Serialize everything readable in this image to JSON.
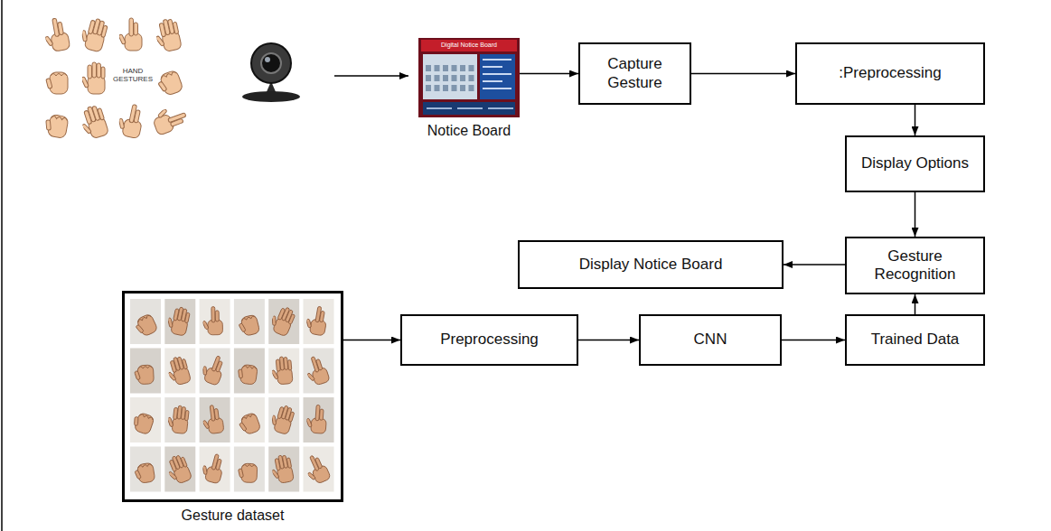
{
  "diagram": {
    "nodes": [
      {
        "text": [
          "Notice Board"
        ]
      },
      {
        "text": [
          "Capture Gesture"
        ]
      },
      {
        "text": [
          ":Preprocessing"
        ]
      },
      {
        "text": [
          "Display Options"
        ]
      },
      {
        "text": [
          "Display Notice Board"
        ]
      },
      {
        "text": [
          "Gesture Recognition"
        ]
      },
      {
        "text": [
          "Gesture dataset"
        ]
      },
      {
        "text": [
          "Preprocessing"
        ]
      },
      {
        "text": [
          "CNN"
        ]
      },
      {
        "text": [
          "Trained Data"
        ]
      }
    ],
    "edges": [
      {
        "from": 0,
        "to": 1,
        "arrow": "to"
      },
      {
        "from": 1,
        "to": 2,
        "arrow": "to"
      },
      {
        "from": 2,
        "to": 3,
        "arrow": "to"
      },
      {
        "from": 3,
        "to": 5,
        "arrow": "to"
      },
      {
        "from": 5,
        "to": 4,
        "arrow": "to"
      },
      {
        "from": 6,
        "to": 7,
        "arrow": "to"
      },
      {
        "from": 7,
        "to": 8,
        "arrow": "to"
      },
      {
        "from": 8,
        "to": 9,
        "arrow": "to"
      },
      {
        "from": 9,
        "to": 5,
        "arrow": "to"
      }
    ],
    "labels": [
      "HAND GESTURES",
      "Digital Notice Board"
    ]
  }
}
